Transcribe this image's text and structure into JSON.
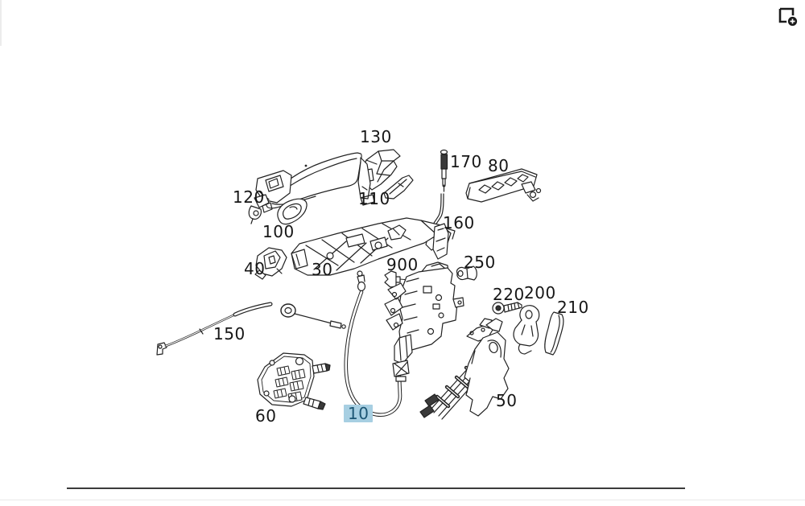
{
  "page": {
    "background": "#ffffff"
  },
  "toolbar": {
    "icons": [
      {
        "name": "add-document-icon"
      }
    ]
  },
  "diagram": {
    "type": "exploded-parts-diagram",
    "subject": "door-lock-and-handle-assembly",
    "line_color": "#1f1f1f",
    "selected_callout": "10",
    "highlight": {
      "background": "#a7cfe2",
      "text_color": "#1c5674"
    },
    "callouts": [
      {
        "label": "130"
      },
      {
        "label": "170"
      },
      {
        "label": "80"
      },
      {
        "label": "120"
      },
      {
        "label": "110"
      },
      {
        "label": "100"
      },
      {
        "label": "160"
      },
      {
        "label": "40"
      },
      {
        "label": "30"
      },
      {
        "label": "900"
      },
      {
        "label": "250"
      },
      {
        "label": "220"
      },
      {
        "label": "200"
      },
      {
        "label": "210"
      },
      {
        "label": "150"
      },
      {
        "label": "60"
      },
      {
        "label": "10",
        "selected": true
      },
      {
        "label": "50"
      }
    ]
  },
  "footer": {
    "rule_color": "#3b3b3b",
    "divider_color": "#e9e9e9"
  }
}
